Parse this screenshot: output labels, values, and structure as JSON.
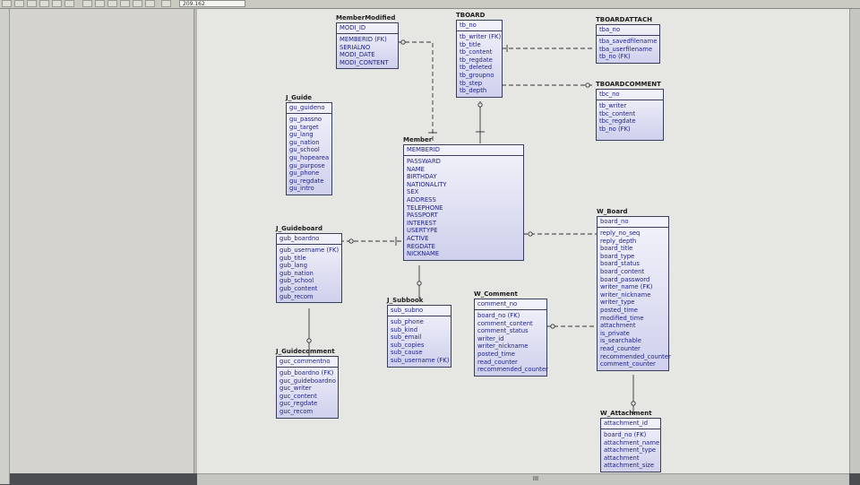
{
  "toolbar": {
    "zoom_value": "209.162"
  },
  "scroll": {
    "h_grip": "III"
  },
  "entities": {
    "membermodified": {
      "title": "MemberModified",
      "pk": [
        "MODI_ID"
      ],
      "attrs": [
        "MEMBERID (FK)",
        "SERIALNO",
        "MODI_DATE",
        "MODI_CONTENT"
      ]
    },
    "tboard": {
      "title": "TBOARD",
      "pk": [
        "tb_no"
      ],
      "attrs": [
        "tb_writer (FK)",
        "tb_title",
        "tb_content",
        "tb_regdate",
        "tb_deleted",
        "tb_groupno",
        "tb_step",
        "tb_depth"
      ]
    },
    "tboardattach": {
      "title": "TBOARDATTACH",
      "pk": [
        "tba_no"
      ],
      "attrs": [
        "tba_savedfilename",
        "tba_userfilename",
        "tb_no (FK)"
      ]
    },
    "tboardcomment": {
      "title": "TBOARDCOMMENT",
      "pk": [
        "tbc_no"
      ],
      "attrs": [
        "tb_writer",
        "tbc_content",
        "tbc_regdate",
        "tb_no (FK)"
      ]
    },
    "j_guide": {
      "title": "J_Guide",
      "pk": [
        "gu_guideno"
      ],
      "attrs": [
        "gu_passno",
        "gu_target",
        "gu_lang",
        "gu_nation",
        "gu_school",
        "gu_hopearea",
        "gu_purpose",
        "gu_phone",
        "gu_regdate",
        "gu_intro"
      ]
    },
    "member": {
      "title": "Member",
      "pk": [
        "MEMBERID"
      ],
      "attrs": [
        "PASSWARD",
        "NAME",
        "BIRTHDAY",
        "NATIONALITY",
        "SEX",
        "ADDRESS",
        "TELEPHONE",
        "PASSPORT",
        "INTEREST",
        "USERTYPE",
        "ACTIVE",
        "REGDATE",
        "NICKNAME"
      ]
    },
    "j_guideboard": {
      "title": "J_Guideboard",
      "pk": [
        "gub_boardno"
      ],
      "attrs": [
        "gub_username (FK)",
        "gub_title",
        "gub_lang",
        "gub_nation",
        "gub_school",
        "gub_content",
        "gub_recom"
      ]
    },
    "w_board": {
      "title": "W_Board",
      "pk": [
        "board_no"
      ],
      "attrs": [
        "reply_no_seq",
        "reply_depth",
        "board_title",
        "board_type",
        "board_status",
        "board_content",
        "board_password",
        "writer_name (FK)",
        "writer_nickname",
        "writer_type",
        "posted_time",
        "modified_time",
        "attachment",
        "is_private",
        "is_searchable",
        "read_counter",
        "recommended_counter",
        "comment_counter"
      ]
    },
    "j_subbook": {
      "title": "J_Subbook",
      "pk": [
        "sub_subno"
      ],
      "attrs": [
        "sub_phone",
        "sub_kind",
        "sub_email",
        "sub_copies",
        "sub_cause",
        "sub_username (FK)"
      ]
    },
    "w_comment": {
      "title": "W_Comment",
      "pk": [
        "comment_no"
      ],
      "attrs": [
        "board_no (FK)",
        "comment_content",
        "comment_status",
        "writer_id",
        "writer_nickname",
        "posted_time",
        "read_counter",
        "recommended_counter"
      ]
    },
    "j_guidecomment": {
      "title": "J_Guidecomment",
      "pk": [
        "guc_commentno"
      ],
      "attrs": [
        "gub_boardno (FK)",
        "guc_guideboardno",
        "guc_writer",
        "guc_content",
        "guc_regdate",
        "guc_recom"
      ]
    },
    "w_attachment": {
      "title": "W_Attachment",
      "pk": [
        "attachment_id"
      ],
      "attrs": [
        "board_no (FK)",
        "attachment_name",
        "attachment_type",
        "attachment",
        "attachment_size"
      ]
    }
  }
}
